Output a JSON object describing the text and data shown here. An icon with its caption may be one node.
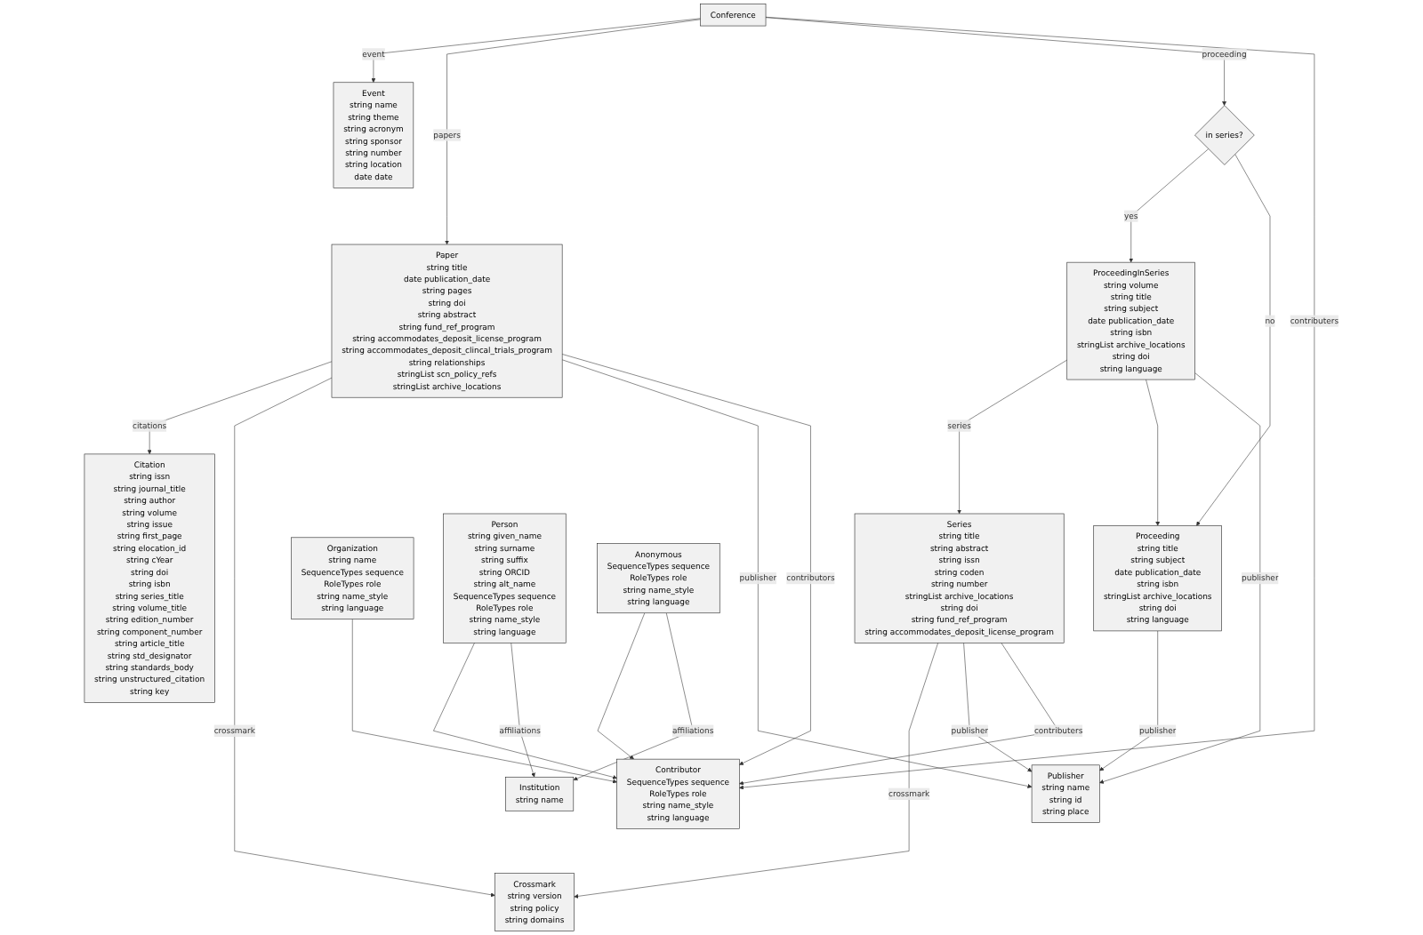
{
  "diagram": {
    "nodes": [
      {
        "text": [
          "Conference"
        ]
      },
      {
        "text": [
          "Event",
          "string name",
          "string theme",
          "string acronym",
          "string sponsor",
          "string number",
          "string location",
          "date date"
        ]
      },
      {
        "text": [
          "in series?"
        ]
      },
      {
        "text": [
          "ProceedingInSeries",
          "string volume",
          "string title",
          "string subject",
          "date publication_date",
          "string isbn",
          "stringList archive_locations",
          "string doi",
          "string language"
        ]
      },
      {
        "text": [
          "Paper",
          "string title",
          "date publication_date",
          "string pages",
          "string doi",
          "string abstract",
          "string fund_ref_program",
          "string accommodates_deposit_license_program",
          "string accommodates_deposit_clincal_trials_program",
          "string relationships",
          "stringList scn_policy_refs",
          "stringList archive_locations"
        ]
      },
      {
        "text": [
          "Series",
          "string title",
          "string abstract",
          "string issn",
          "string coden",
          "string number",
          "stringList archive_locations",
          "string doi",
          "string fund_ref_program",
          "string accommodates_deposit_license_program"
        ]
      },
      {
        "text": [
          "Proceeding",
          "string title",
          "string subject",
          "date publication_date",
          "string isbn",
          "stringList archive_locations",
          "string doi",
          "string language"
        ]
      },
      {
        "text": [
          "Organization",
          "string name",
          "SequenceTypes sequence",
          "RoleTypes role",
          "string name_style",
          "string language"
        ]
      },
      {
        "text": [
          "Person",
          "string given_name",
          "string surname",
          "string suffix",
          "string ORCID",
          "string alt_name",
          "SequenceTypes sequence",
          "RoleTypes role",
          "string name_style",
          "string language"
        ]
      },
      {
        "text": [
          "Anonymous",
          "SequenceTypes sequence",
          "RoleTypes role",
          "string name_style",
          "string language"
        ]
      },
      {
        "text": [
          "Citation",
          "string issn",
          "string journal_title",
          "string author",
          "string volume",
          "string issue",
          "string first_page",
          "string elocation_id",
          "string cYear",
          "string doi",
          "string isbn",
          "string series_title",
          "string volume_title",
          "string edition_number",
          "string component_number",
          "string article_title",
          "string std_designator",
          "string standards_body",
          "string unstructured_citation",
          "string key"
        ]
      },
      {
        "text": [
          "Crossmark",
          "string version",
          "string policy",
          "string domains"
        ]
      },
      {
        "text": [
          "Publisher",
          "string name",
          "string id",
          "string place"
        ]
      },
      {
        "text": [
          "Contributor",
          "SequenceTypes sequence",
          "RoleTypes role",
          "string name_style",
          "string language"
        ]
      },
      {
        "text": [
          "Institution",
          "string name"
        ]
      }
    ],
    "edges": [
      {
        "from": 0,
        "to": 1,
        "arrow": "to",
        "label": "event"
      },
      {
        "from": 0,
        "to": 4,
        "arrow": "to",
        "label": "papers"
      },
      {
        "from": 0,
        "to": 2,
        "arrow": "to",
        "label": "proceeding"
      },
      {
        "from": 2,
        "to": 3,
        "arrow": "to",
        "label": "yes"
      },
      {
        "from": 2,
        "to": 6,
        "arrow": "to",
        "label": "no"
      },
      {
        "from": 0,
        "to": 13,
        "arrow": "to",
        "label": "contributers"
      },
      {
        "from": 3,
        "to": 5,
        "arrow": "to",
        "label": "series"
      },
      {
        "from": 3,
        "to": 6,
        "arrow": "to"
      },
      {
        "from": 3,
        "to": 12,
        "arrow": "to",
        "label": "publisher"
      },
      {
        "from": 4,
        "to": 10,
        "arrow": "to",
        "label": "citations"
      },
      {
        "from": 4,
        "to": 11,
        "arrow": "to",
        "label": "crossmark"
      },
      {
        "from": 4,
        "to": 12,
        "arrow": "to",
        "label": "publisher"
      },
      {
        "from": 4,
        "to": 13,
        "arrow": "to",
        "label": "contributors"
      },
      {
        "from": 5,
        "to": 11,
        "arrow": "to",
        "label": "crossmark"
      },
      {
        "from": 5,
        "to": 12,
        "arrow": "to",
        "label": "publisher"
      },
      {
        "from": 5,
        "to": 13,
        "arrow": "to",
        "label": "contributers"
      },
      {
        "from": 6,
        "to": 12,
        "arrow": "to",
        "label": "publisher"
      },
      {
        "from": 7,
        "to": 13,
        "arrow": "to"
      },
      {
        "from": 8,
        "to": 13,
        "arrow": "to"
      },
      {
        "from": 8,
        "to": 14,
        "arrow": "to",
        "label": "affiliations"
      },
      {
        "from": 9,
        "to": 13,
        "arrow": "to"
      },
      {
        "from": 9,
        "to": 14,
        "arrow": "to",
        "label": "affiliations"
      }
    ]
  }
}
